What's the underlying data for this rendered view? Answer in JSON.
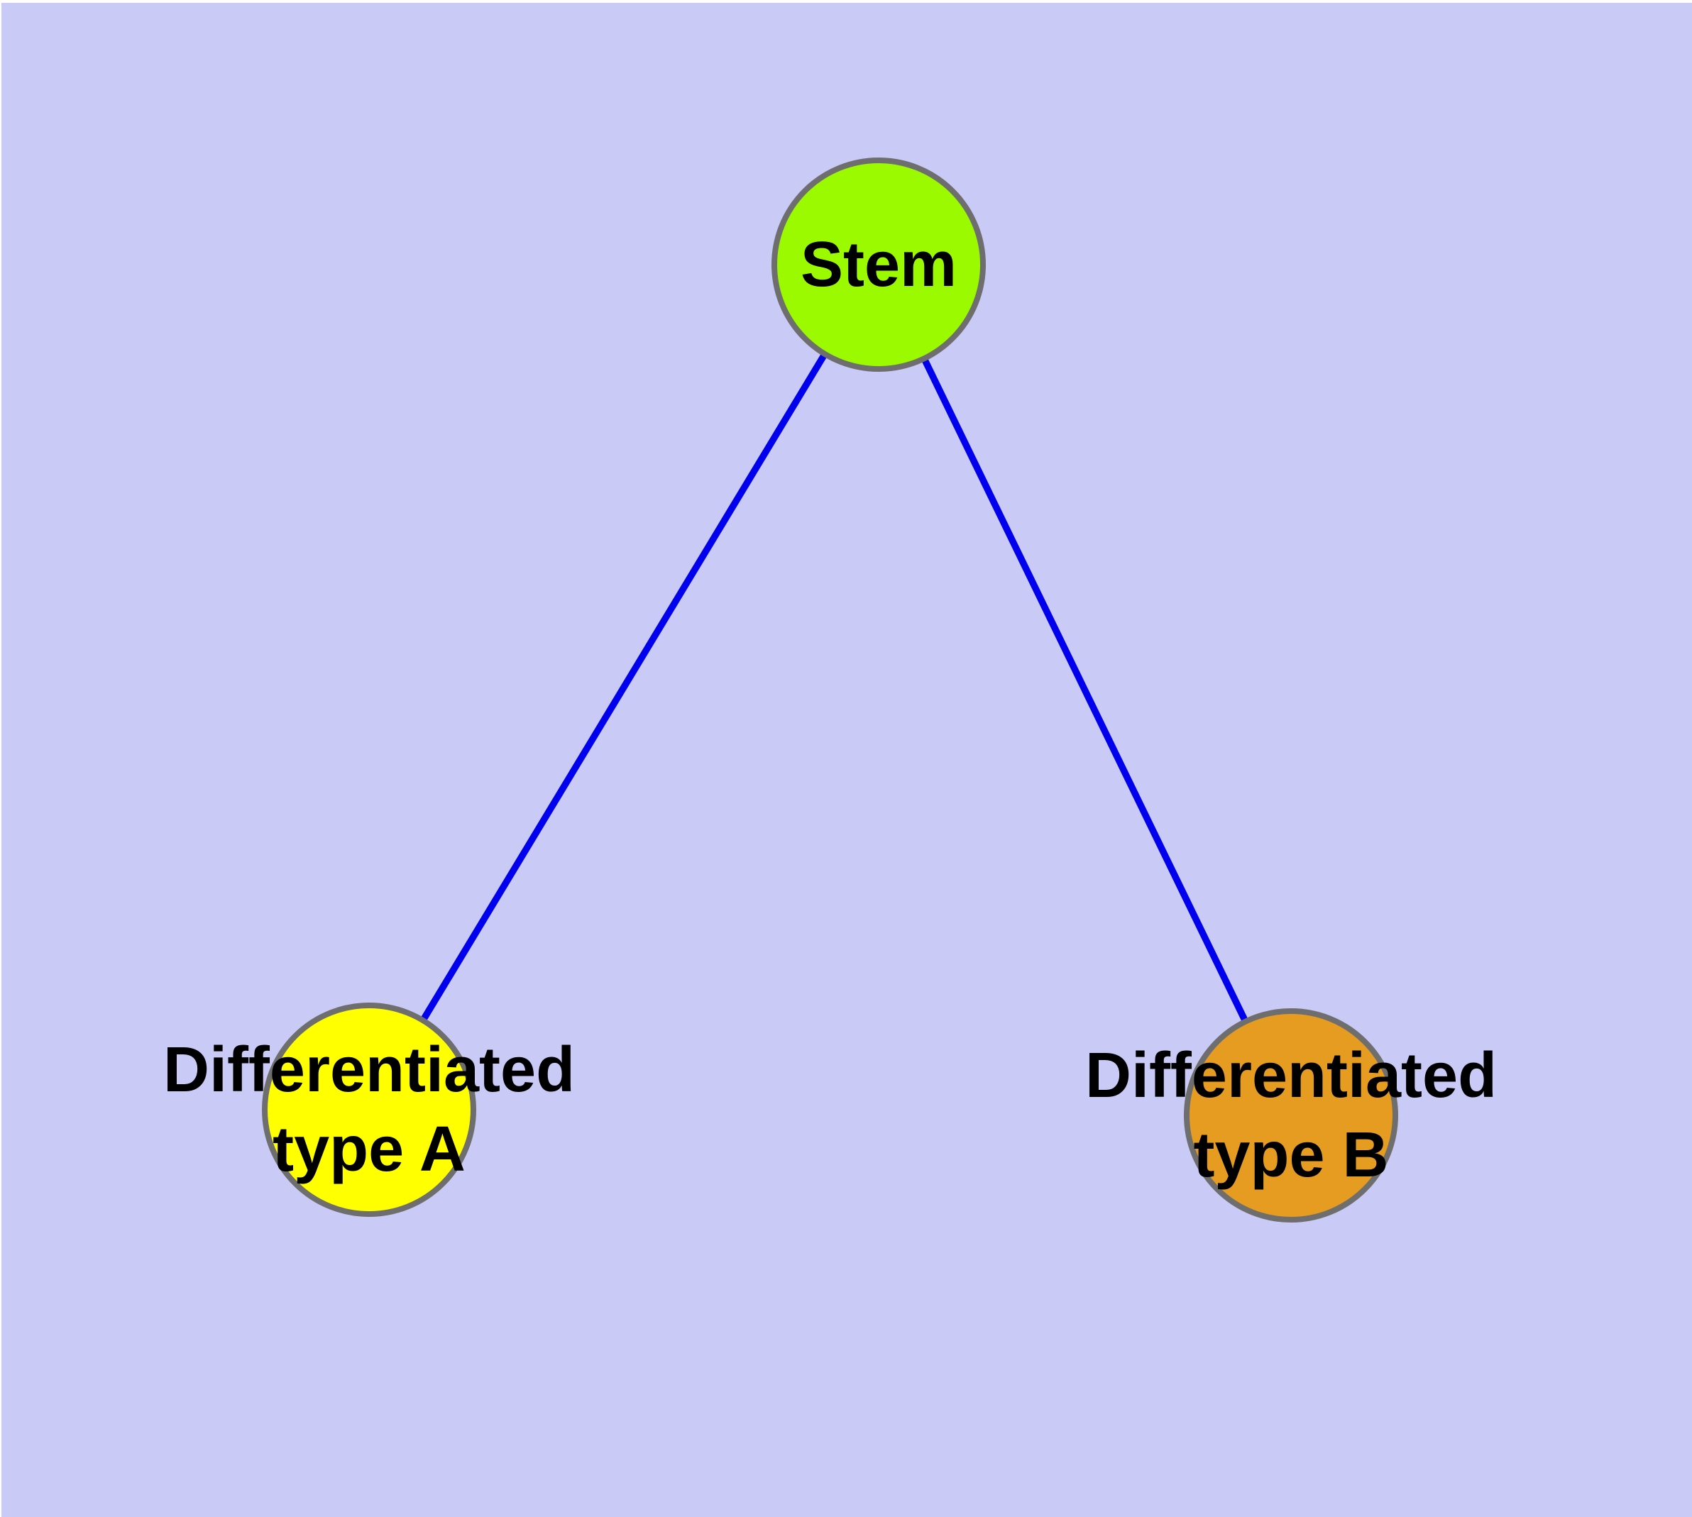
{
  "diagram": {
    "type": "node-link-graph",
    "colors": {
      "page_margin": "#FFFFFF",
      "background": "#CACAF6",
      "edge": "#0000EE",
      "node_border": "#6E6E6E",
      "label_text": "#000000"
    },
    "nodes": [
      {
        "id": "stem",
        "label": "Stem",
        "label_lines": [
          "Stem"
        ],
        "fill": "#9BFA00"
      },
      {
        "id": "differentiated-type-a",
        "label": "Differentiated type A",
        "label_lines": [
          "Differentiated",
          "type A"
        ],
        "fill": "#FFFF00"
      },
      {
        "id": "differentiated-type-b",
        "label": "Differentiated type B",
        "label_lines": [
          "Differentiated",
          "type B"
        ],
        "fill": "#E69C20"
      }
    ],
    "edges": [
      {
        "from": "Stem",
        "to": "Differentiated type A"
      },
      {
        "from": "Stem",
        "to": "Differentiated type B"
      }
    ]
  }
}
